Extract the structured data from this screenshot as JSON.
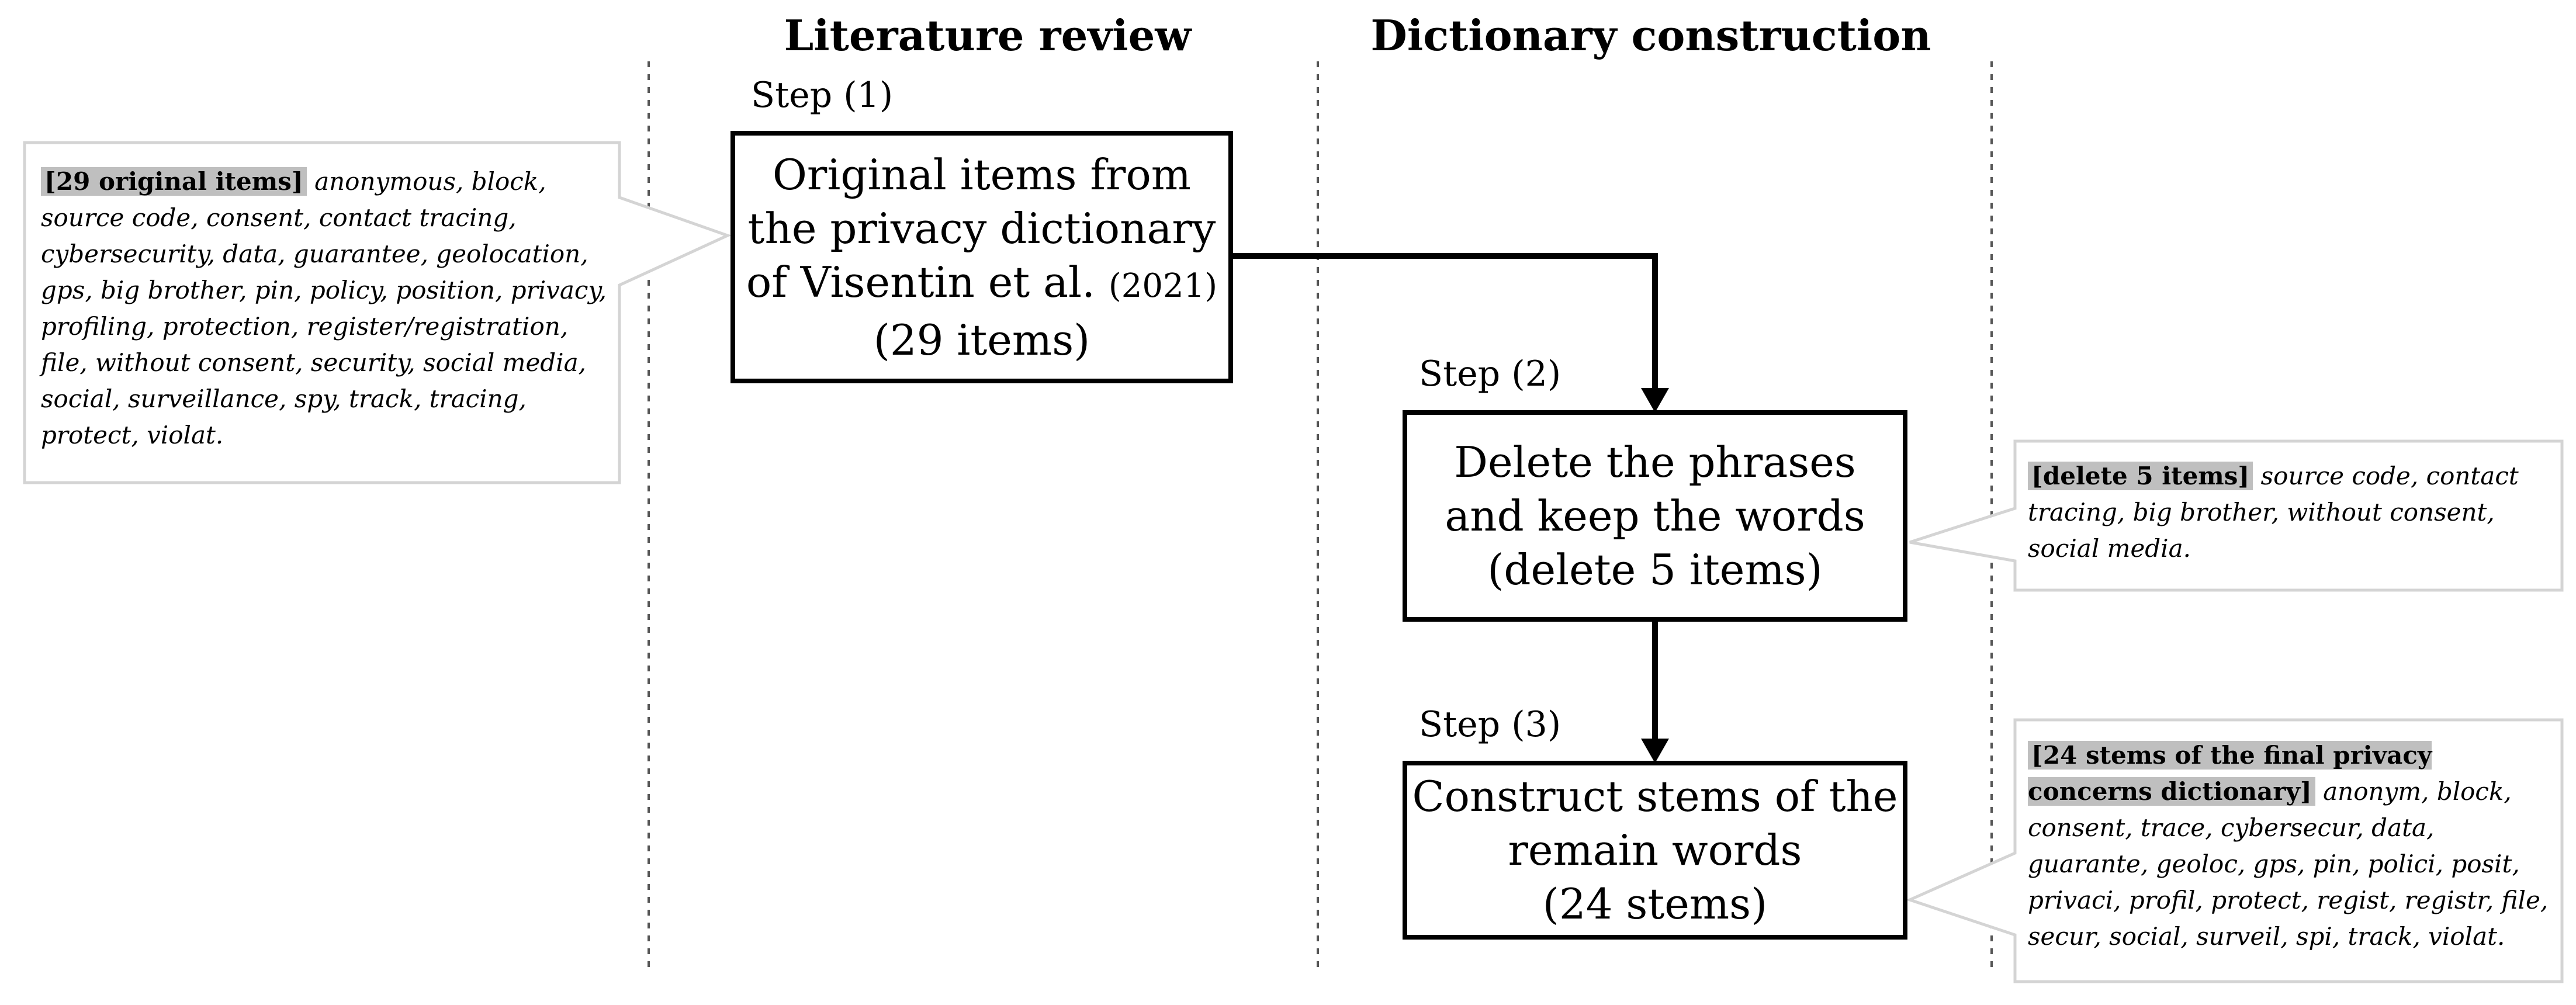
{
  "headers": {
    "literature_review": "Literature review",
    "dictionary_construction": "Dictionary construction"
  },
  "steps": [
    {
      "step_label": "Step (1)",
      "box_lines": [
        "Original items from",
        "the privacy dictionary",
        "of Visentin et al.",
        "(2021)",
        "(29 items)"
      ]
    },
    {
      "step_label": "Step (2)",
      "box_lines": [
        "Delete the phrases",
        "and keep the words",
        "(delete 5 items)"
      ]
    },
    {
      "step_label": "Step (3)",
      "box_lines": [
        "Construct stems of the",
        "remain words",
        "(24 stems)"
      ]
    }
  ],
  "notes": {
    "original": {
      "tag": "[29 original items]",
      "text": "anonymous, block, source code, consent, contact tracing, cybersecurity, data, guarantee, geolocation, gps, big brother, pin, policy, position, privacy, profiling, protection, register/registration, file, without consent, security, social media, social, surveillance, spy, track, tracing, protect, violat."
    },
    "deleted": {
      "tag": "[delete 5 items]",
      "text": "source code, contact tracing, big brother, without consent, social media."
    },
    "stems": {
      "tag": "[24 stems of the final privacy concerns dictionary]",
      "text": "anonym, block, consent, trace, cybersecur, data, guarante, geoloc, gps, pin, polici, posit, privaci, profil, protect, regist, registr, file, secur, social, surveil, spi, track, violat."
    }
  },
  "colors": {
    "box_border": "#000000",
    "callout_border": "#d4d4d4",
    "tag_background": "#bfbfbf",
    "divider": "#555555"
  }
}
